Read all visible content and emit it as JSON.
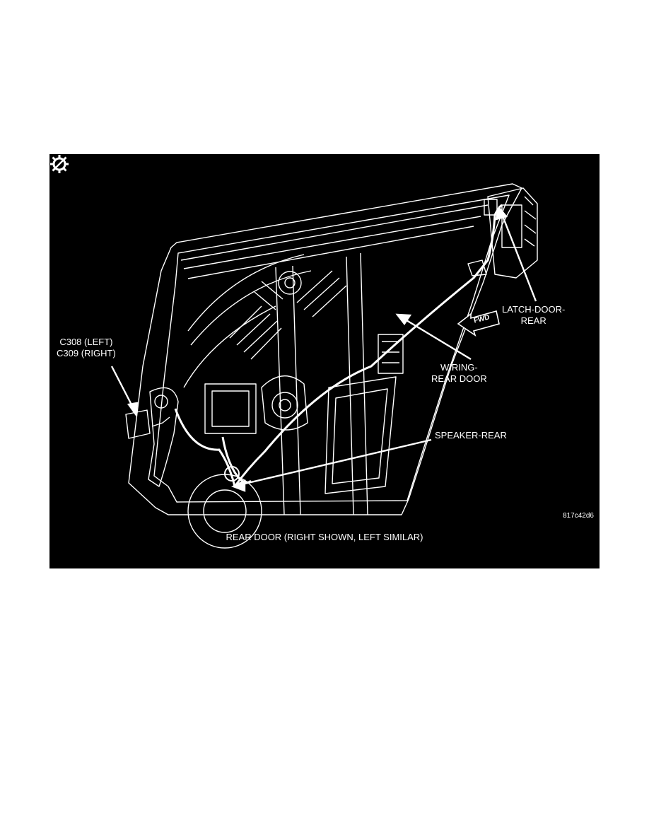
{
  "figure": {
    "caption": "REAR DOOR  (RIGHT SHOWN, LEFT SIMILAR)",
    "code": "817c42d6",
    "colors": {
      "background": "#000000",
      "line": "#ffffff"
    },
    "callouts": {
      "connector": {
        "line1": "C308 (LEFT)",
        "line2": "C309 (RIGHT)"
      },
      "latch": {
        "line1": "LATCH-DOOR-",
        "line2": "REAR"
      },
      "wiring": {
        "line1": "WIRING-",
        "line2": "REAR DOOR"
      },
      "speaker": {
        "line1": "SPEAKER-REAR"
      }
    },
    "direction_badge": "FWD",
    "icons": {
      "service": "gear-wrench-icon"
    }
  }
}
